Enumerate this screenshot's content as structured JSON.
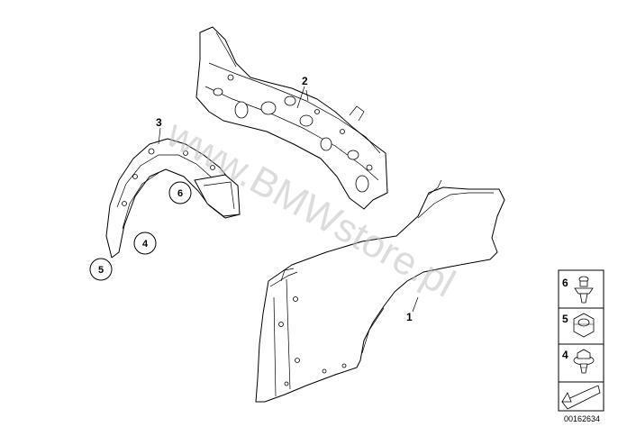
{
  "callouts": {
    "rear_panel": "2",
    "side_panel": "1",
    "wheel_arch": "3",
    "circle_6": "6",
    "circle_4": "4",
    "circle_5": "5"
  },
  "legend": {
    "item_6": "6",
    "item_5": "5",
    "item_4": "4"
  },
  "watermark": "www.BMWstore.pl",
  "diagram_id": "00162634"
}
